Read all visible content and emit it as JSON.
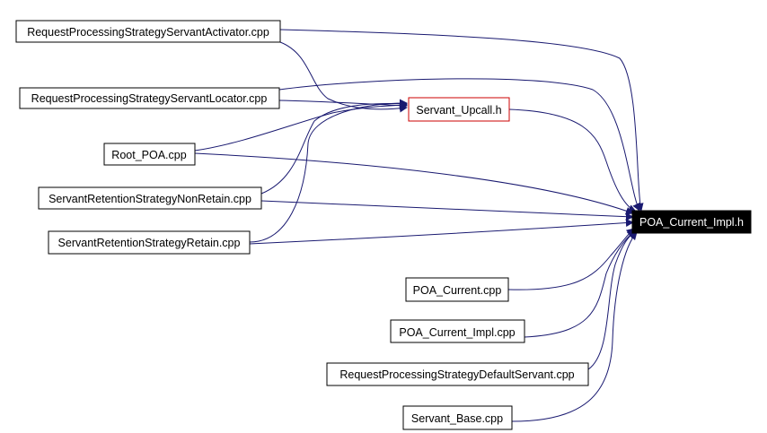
{
  "diagram": {
    "colors": {
      "edge": "#191970",
      "box_border": "#000000",
      "highlight_border": "#cc0000",
      "target_fill": "#000000",
      "target_text": "#ffffff"
    },
    "nodes": [
      {
        "id": "rpssa",
        "label": "RequestProcessingStrategyServantActivator.cpp"
      },
      {
        "id": "rpssl",
        "label": "RequestProcessingStrategyServantLocator.cpp"
      },
      {
        "id": "root",
        "label": "Root_POA.cpp"
      },
      {
        "id": "srsnr",
        "label": "ServantRetentionStrategyNonRetain.cpp"
      },
      {
        "id": "srsr",
        "label": "ServantRetentionStrategyRetain.cpp"
      },
      {
        "id": "upcall",
        "label": "Servant_Upcall.h"
      },
      {
        "id": "target",
        "label": "POA_Current_Impl.h"
      },
      {
        "id": "poacur",
        "label": "POA_Current.cpp"
      },
      {
        "id": "poacurimpl",
        "label": "POA_Current_Impl.cpp"
      },
      {
        "id": "rpsds",
        "label": "RequestProcessingStrategyDefaultServant.cpp"
      },
      {
        "id": "sbase",
        "label": "Servant_Base.cpp"
      }
    ]
  }
}
